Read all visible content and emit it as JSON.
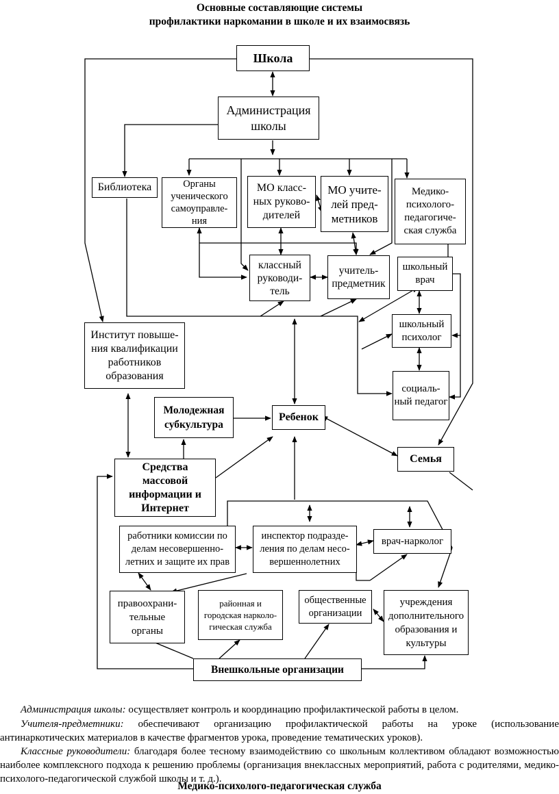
{
  "title": {
    "line1": "Основные составляющие системы",
    "line2": "профилактики наркомании в школе и их взаимосвязь"
  },
  "diagram": {
    "nodes": {
      "school": "Школа",
      "administration": "Администрация школы",
      "library": "Библиотека",
      "student_government": "Органы ученического самоуправле-ния",
      "mo_class_leaders": "МО класс-ных руково-дителей",
      "mo_subject_teachers": "МО учите-лей пред-метников",
      "psych_service": "Медико-психолого-педагогиче-ская служба",
      "class_leader": "классный руководи-тель",
      "subject_teacher": "учитель-предметник",
      "school_doctor": "школьный врач",
      "school_psychologist": "школьный психолог",
      "social_pedagogue": "социаль-ный педагог",
      "institute": "Институт повыше-ния квалификации работников образования",
      "youth_subculture": "Молодежная субкультура",
      "child": "Ребенок",
      "family": "Семья",
      "mass_media": "Средства массовой информации и Интернет",
      "commission": "работники комиссии по делам несовершенно-летних и защите их прав",
      "inspector": "инспектор подразде-ления по делам несо-вершеннолетних",
      "narcologist": "врач-нарколог",
      "law_enforcement": "правоохрани-тельные органы",
      "narcology_service": "районная и городская нарколо-гическая служба",
      "public_orgs": "общественные организации",
      "culture_institutions": "учреждения дополнительного образования и культуры",
      "external_orgs": "Внешкольные организации"
    }
  },
  "text": {
    "p1_term": "Администрация школы:",
    "p1_body": " осуществляет контроль и координацию профилактической работы в целом.",
    "p2_term": "Учителя-предметники:",
    "p2_body": " обеспечивают организацию профилактической работы на уроке (использование антинаркотических материалов в качестве фрагментов урока, проведение тематических уроков).",
    "p3_term": "Классные руководители:",
    "p3_body": " благодаря более тесному взаимодействию со школьным коллективом обладают возможностью наиболее комплексного подхода к решению проблемы (организация внеклассных мероприятий, работа с родителями, медико-психолого-педагогической службой школы и т. д.).",
    "section_heading": "Медико-психолого-педагогическая служба"
  }
}
